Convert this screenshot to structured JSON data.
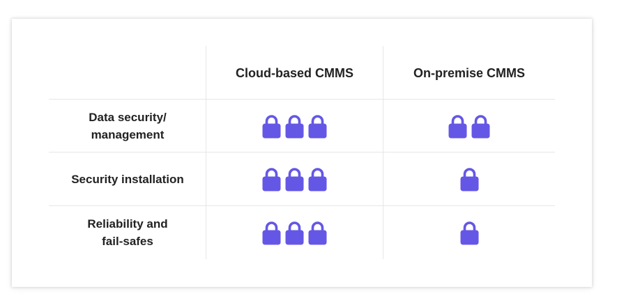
{
  "table": {
    "columns": [
      "",
      "Cloud-based CMMS",
      "On-premise CMMS"
    ],
    "rows": [
      {
        "label": "Data security/\nmanagement",
        "cloud_locks": 3,
        "onprem_locks": 2
      },
      {
        "label": "Security installation",
        "cloud_locks": 3,
        "onprem_locks": 1
      },
      {
        "label": "Reliability and\nfail-safes",
        "cloud_locks": 3,
        "onprem_locks": 1
      }
    ]
  },
  "colors": {
    "lock_body": "#6457e6",
    "lock_shackle": "#6457e6",
    "grid_line": "#e6e6e6",
    "text": "#222222"
  },
  "icon": "padlock-icon"
}
